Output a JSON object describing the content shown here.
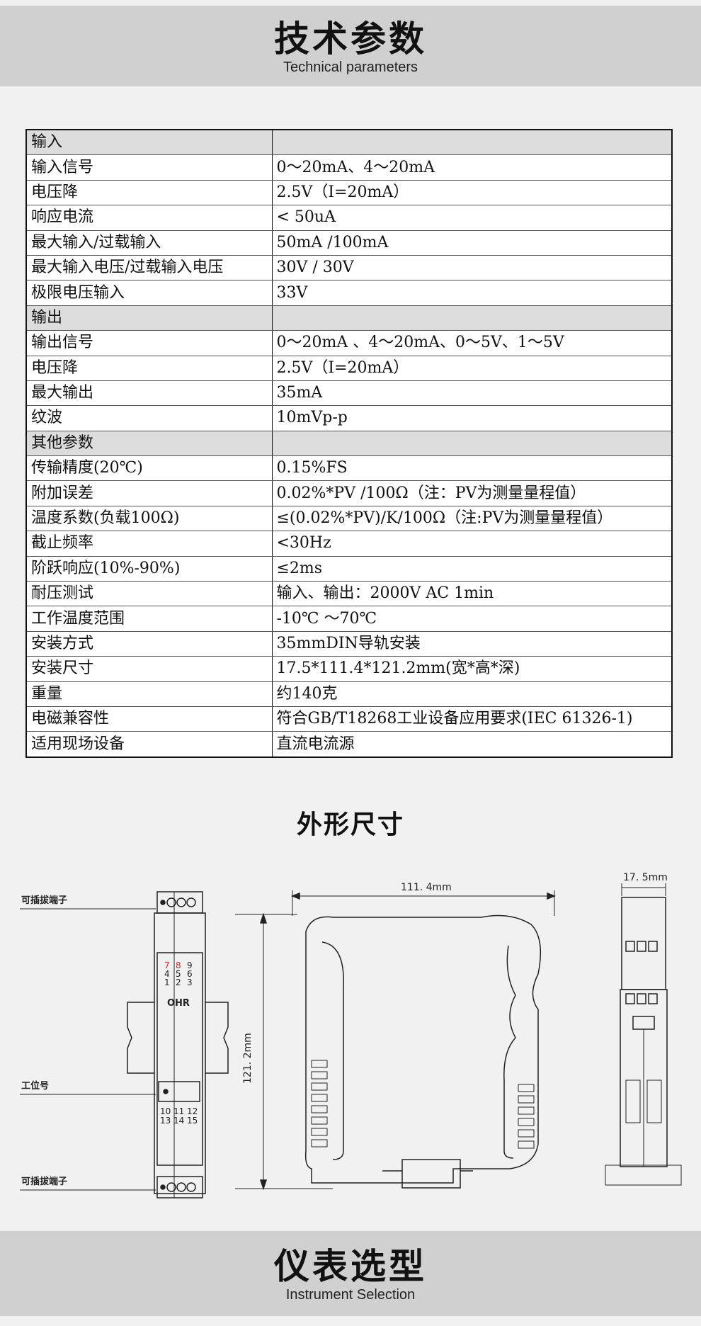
{
  "header": {
    "title": "技术参数",
    "subtitle": "Technical parameters"
  },
  "specs": [
    {
      "section": "输入"
    },
    {
      "key": "输入信号",
      "value": "0～20mA、4～20mA"
    },
    {
      "key": "电压降",
      "value": "2.5V（I=20mA）"
    },
    {
      "key": "响应电流",
      "value": "< 50uA"
    },
    {
      "key": "最大输入/过载输入",
      "value": "50mA /100mA"
    },
    {
      "key": "最大输入电压/过载输入电压",
      "value": "30V / 30V"
    },
    {
      "key": "极限电压输入",
      "value": "33V"
    },
    {
      "section": "输出"
    },
    {
      "key": "输出信号",
      "value": "0～20mA 、4～20mA、0～5V、1～5V"
    },
    {
      "key": "电压降",
      "value": "2.5V（I=20mA）"
    },
    {
      "key": "最大输出",
      "value": "35mA"
    },
    {
      "key": "纹波",
      "value": "10mVp-p"
    },
    {
      "section": "其他参数"
    },
    {
      "key": "传输精度(20℃)",
      "value": "0.15%FS"
    },
    {
      "key": "附加误差",
      "value": "0.02%*PV /100Ω（注：PV为测量量程值）"
    },
    {
      "key": "温度系数(负载100Ω)",
      "value": "≤(0.02%*PV)/K/100Ω（注:PV为测量量程值）"
    },
    {
      "key": "截止频率",
      "value": "<30Hz"
    },
    {
      "key": "阶跃响应(10%-90%)",
      "value": "≤2ms"
    },
    {
      "key": "耐压测试",
      "value": "输入、输出：2000V AC   1min"
    },
    {
      "key": "工作温度范围",
      "value": "-10℃ ～70℃"
    },
    {
      "key": "安装方式",
      "value": "35mmDIN导轨安装"
    },
    {
      "key": "安装尺寸",
      "value": "17.5*111.4*121.2mm(宽*高*深)"
    },
    {
      "key": "重量",
      "value": "约140克"
    },
    {
      "key": "电磁兼容性",
      "value": "符合GB/T18268工业设备应用要求(IEC 61326-1)"
    },
    {
      "key": "适用现场设备",
      "value": "直流电流源"
    }
  ],
  "dimensions": {
    "title": "外形尺寸",
    "front_labels": {
      "top_terminal": "可插拔端子",
      "station": "工位号",
      "bottom_terminal": "可插拔端子"
    },
    "front_panel": {
      "row1": [
        "7",
        "8",
        "9"
      ],
      "row2": [
        "4",
        "5",
        "6"
      ],
      "row3": [
        "1",
        "2",
        "3"
      ],
      "brand": "OHR",
      "bottom_row1": [
        "10",
        "11",
        "12"
      ],
      "bottom_row2": [
        "13",
        "14",
        "15"
      ]
    },
    "side_width": "111. 4mm",
    "side_height": "121. 2mm",
    "end_width": "17. 5mm"
  },
  "footer": {
    "title": "仪表选型",
    "subtitle": "Instrument Selection"
  }
}
